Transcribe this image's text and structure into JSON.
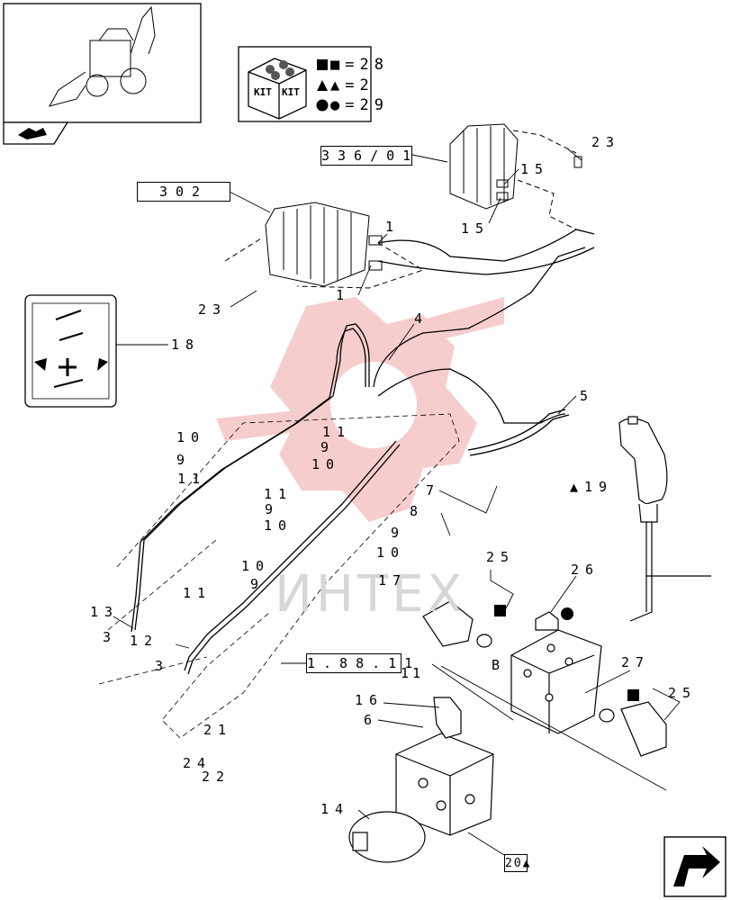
{
  "watermark": "ИНТЕХ",
  "kit_legend": {
    "kit_label": "KIT",
    "square_item": "■=28",
    "triangle_item": "▲=2",
    "circle_item": "●=29"
  },
  "ref_boxes": {
    "group_336": "336/01",
    "group_302": "302",
    "group_188": "1.88.11",
    "ref_20": "20▲"
  },
  "callouts": {
    "c23_top": "23",
    "c15_a": "15",
    "c15_b": "15",
    "c1_a": "1",
    "c1_b": "1",
    "c23_left": "23",
    "c4": "4",
    "c5": "5",
    "c18": "18",
    "c10_a": "10",
    "c9_a": "9",
    "c11_a": "11",
    "c11_b": "11",
    "c9_b": "9",
    "c10_b": "10",
    "c11_c": "11",
    "c9_c": "9",
    "c10_c": "10",
    "c10_d": "10",
    "c9_d": "9",
    "c11_d": "11",
    "c13": "13",
    "c3_a": "3",
    "c12": "12",
    "c3_b": "3",
    "c7": "7",
    "c8": "8",
    "c9_e": "9",
    "c10_e": "10",
    "c17": "17",
    "c19": "▲19",
    "c25_a": "25",
    "c26": "26",
    "c27": "27",
    "c25_b": "25",
    "cB": "B",
    "c16": "16",
    "c6": "6",
    "c21": "21",
    "c24": "24",
    "c22": "22",
    "c14": "14"
  }
}
